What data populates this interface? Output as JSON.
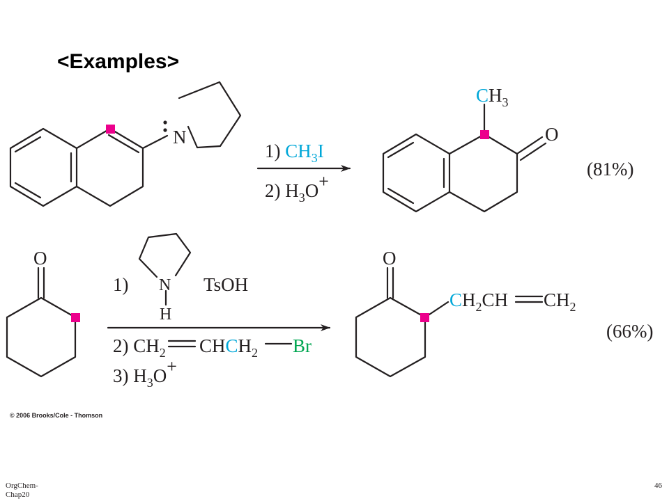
{
  "slide": {
    "title": "<Examples>",
    "copyright": "© 2006 Brooks/Cole - Thomson",
    "footer_left": "OrgChem-Chap20",
    "page_number": "46"
  },
  "colors": {
    "ink": "#231f20",
    "marker": "#ec008c",
    "cyan": "#00a7d8",
    "green": "#00a651"
  },
  "reaction1": {
    "amine_atom": "N",
    "step1_num": "1) ",
    "step1_reagent": [
      "C",
      "H",
      "3",
      "I"
    ],
    "step2_num": "2) ",
    "step2_reagent": [
      "H",
      "3",
      "O",
      "+"
    ],
    "product_methyl": [
      "C",
      "H",
      "3"
    ],
    "product_oxygen": "O",
    "yield": "(81%)"
  },
  "reaction2": {
    "start_oxygen": "O",
    "step1_num": "1)",
    "amine_atom": "N",
    "amine_h": "H",
    "catalyst": "TsOH",
    "step2_num": "2) ",
    "step2_reagent": [
      "CH",
      "2",
      "CH",
      "C",
      "H",
      "2",
      "Br"
    ],
    "step3_num": "3) ",
    "step3_reagent": [
      "H",
      "3",
      "O",
      "+"
    ],
    "product_oxygen": "O",
    "product_chain": [
      "C",
      "H",
      "2",
      "CH",
      "CH",
      "2"
    ],
    "yield": "(66%)"
  }
}
